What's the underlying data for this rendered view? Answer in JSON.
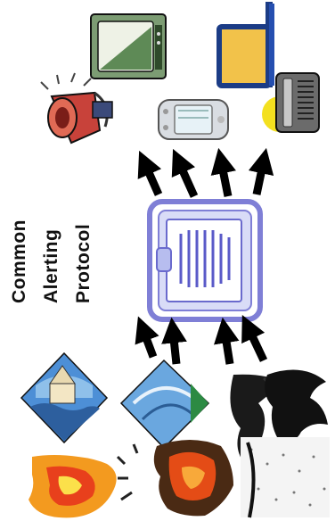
{
  "caption": {
    "lines": [
      "Common",
      "Alerting",
      "Protocol"
    ]
  },
  "center": {
    "name": "clipboard-document-icon",
    "frame_color": "#7f7fd6",
    "fill_color": "#d9dcf7"
  },
  "inputs": [
    {
      "name": "fire-icon"
    },
    {
      "name": "flood-house-icon"
    },
    {
      "name": "explosion-icon"
    },
    {
      "name": "storm-icon"
    },
    {
      "name": "tornado-icon"
    },
    {
      "name": "blizzard-tree-icon"
    }
  ],
  "outputs": [
    {
      "name": "siren-speaker-icon"
    },
    {
      "name": "television-icon"
    },
    {
      "name": "pda-device-icon"
    },
    {
      "name": "laptop-computer-icon"
    },
    {
      "name": "pager-icon"
    }
  ],
  "colors": {
    "arrow": "#000000",
    "caption_text": "#111111"
  }
}
